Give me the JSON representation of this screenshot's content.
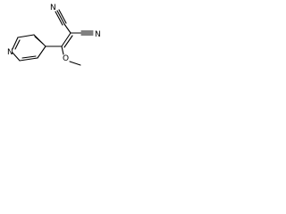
{
  "molecule": {
    "atoms": {
      "pyridine_nitrogen": "N",
      "nitrile_nitrogen_top": "N",
      "nitrile_nitrogen_right": "N",
      "methoxy_oxygen": "O"
    }
  },
  "colors": {
    "bond": "#000000",
    "label": "#000000",
    "background": "#ffffff"
  }
}
